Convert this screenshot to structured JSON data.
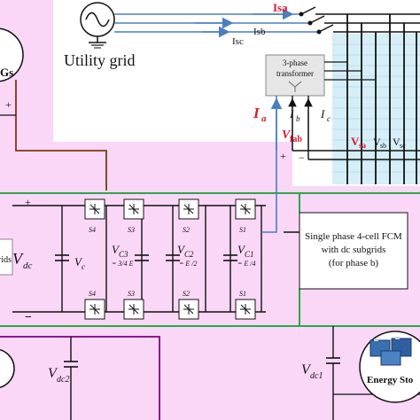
{
  "grid": {
    "title": "Utility grid",
    "line_a": "Isa",
    "line_b": "Isb",
    "line_c": "Isc"
  },
  "transformer": {
    "label_line1": "3-phase",
    "label_line2": "transformer"
  },
  "currents": {
    "ia_main": "I",
    "ia_sub": "a",
    "ib_main": "I",
    "ib_sub": "b",
    "ic_main": "I",
    "ic_sub": "c"
  },
  "voltages": {
    "vab_main": "V",
    "vab_sub": "fab",
    "vsa_main": "V",
    "vsa_sub": "sa",
    "vsb_main": "V",
    "vsb_sub": "sb",
    "vsc_main": "V",
    "vsc_sub": "sc"
  },
  "polarity": {
    "plus": "+",
    "minus": "−"
  },
  "converter": {
    "vdc_main": "V",
    "vdc_sub": "dc",
    "vc_main": "V",
    "vc_sub": "c",
    "vc3_main": "V",
    "vc3_sub": "C3",
    "vc3_value": "= 3/4 E",
    "vc2_main": "V",
    "vc2_sub": "C2",
    "vc2_value": "= E /2",
    "vc1_main": "V",
    "vc1_sub": "C1",
    "vc1_value": "= E /4",
    "s4": "S4",
    "s4bar": "S4",
    "s3": "S3",
    "s3bar": "S3",
    "s2": "S2",
    "s2bar": "S2",
    "s1": "S1",
    "s1bar": "S1"
  },
  "fcm_box": {
    "line1": "Single phase 4-cell FCM",
    "line2": "with dc subgrids",
    "line3": "(for phase b)"
  },
  "left_edge": {
    "top_label": "Gs",
    "mid_label": "rids"
  },
  "lower": {
    "vdc2_main": "V",
    "vdc2_sub": "dc2",
    "vdc1_main": "V",
    "vdc1_sub": "dc1",
    "storage": "Energy Sto"
  },
  "colors": {
    "pink_bg": "#fbd7f7",
    "bus_bg": "#d6eef7",
    "green_wire": "#2aa84a",
    "purple_wire": "#8b1a8b",
    "brown_wire": "#7a3b10",
    "blue_wire": "#4a7ec0",
    "red_label": "#e0182d"
  }
}
